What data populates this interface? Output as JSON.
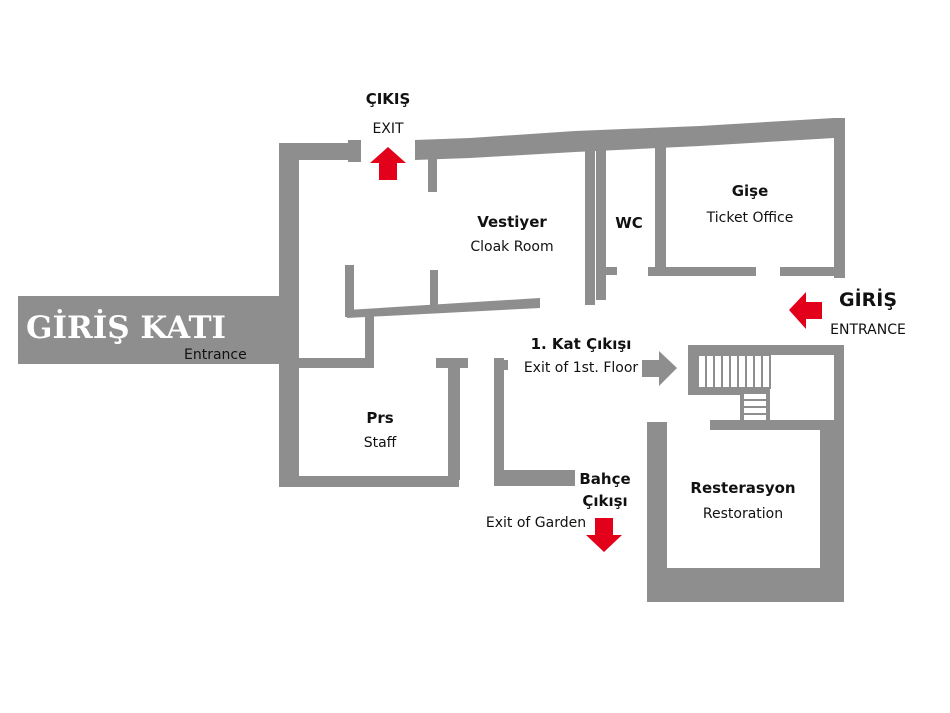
{
  "floor": {
    "title": "GİRİŞ KATI",
    "subtitle": "Entrance"
  },
  "exits": {
    "top": {
      "title": "ÇIKIŞ",
      "subtitle": "EXIT",
      "arrow": "arrow-up-icon"
    },
    "entrance": {
      "title": "GİRİŞ",
      "subtitle": "ENTRANCE",
      "arrow": "arrow-left-icon"
    },
    "first_floor": {
      "title": "1. Kat Çıkışı",
      "subtitle": "Exit of 1st. Floor",
      "arrow": "arrow-right-icon"
    },
    "garden": {
      "title_line1": "Bahçe",
      "title_line2": "Çıkışı",
      "subtitle": "Exit of Garden",
      "arrow": "arrow-down-icon"
    }
  },
  "rooms": {
    "cloak": {
      "name": "Vestiyer",
      "name_en": "Cloak Room"
    },
    "wc": {
      "name": "WC"
    },
    "ticket": {
      "name": "Gişe",
      "name_en": "Ticket Office"
    },
    "staff": {
      "name": "Prs",
      "name_en": "Staff"
    },
    "restoration": {
      "name": "Resterasyon",
      "name_en": "Restoration"
    }
  },
  "colors": {
    "wall": "#8e8e8e",
    "arrow": "#e2001a",
    "banner": "#8e8e8e"
  }
}
